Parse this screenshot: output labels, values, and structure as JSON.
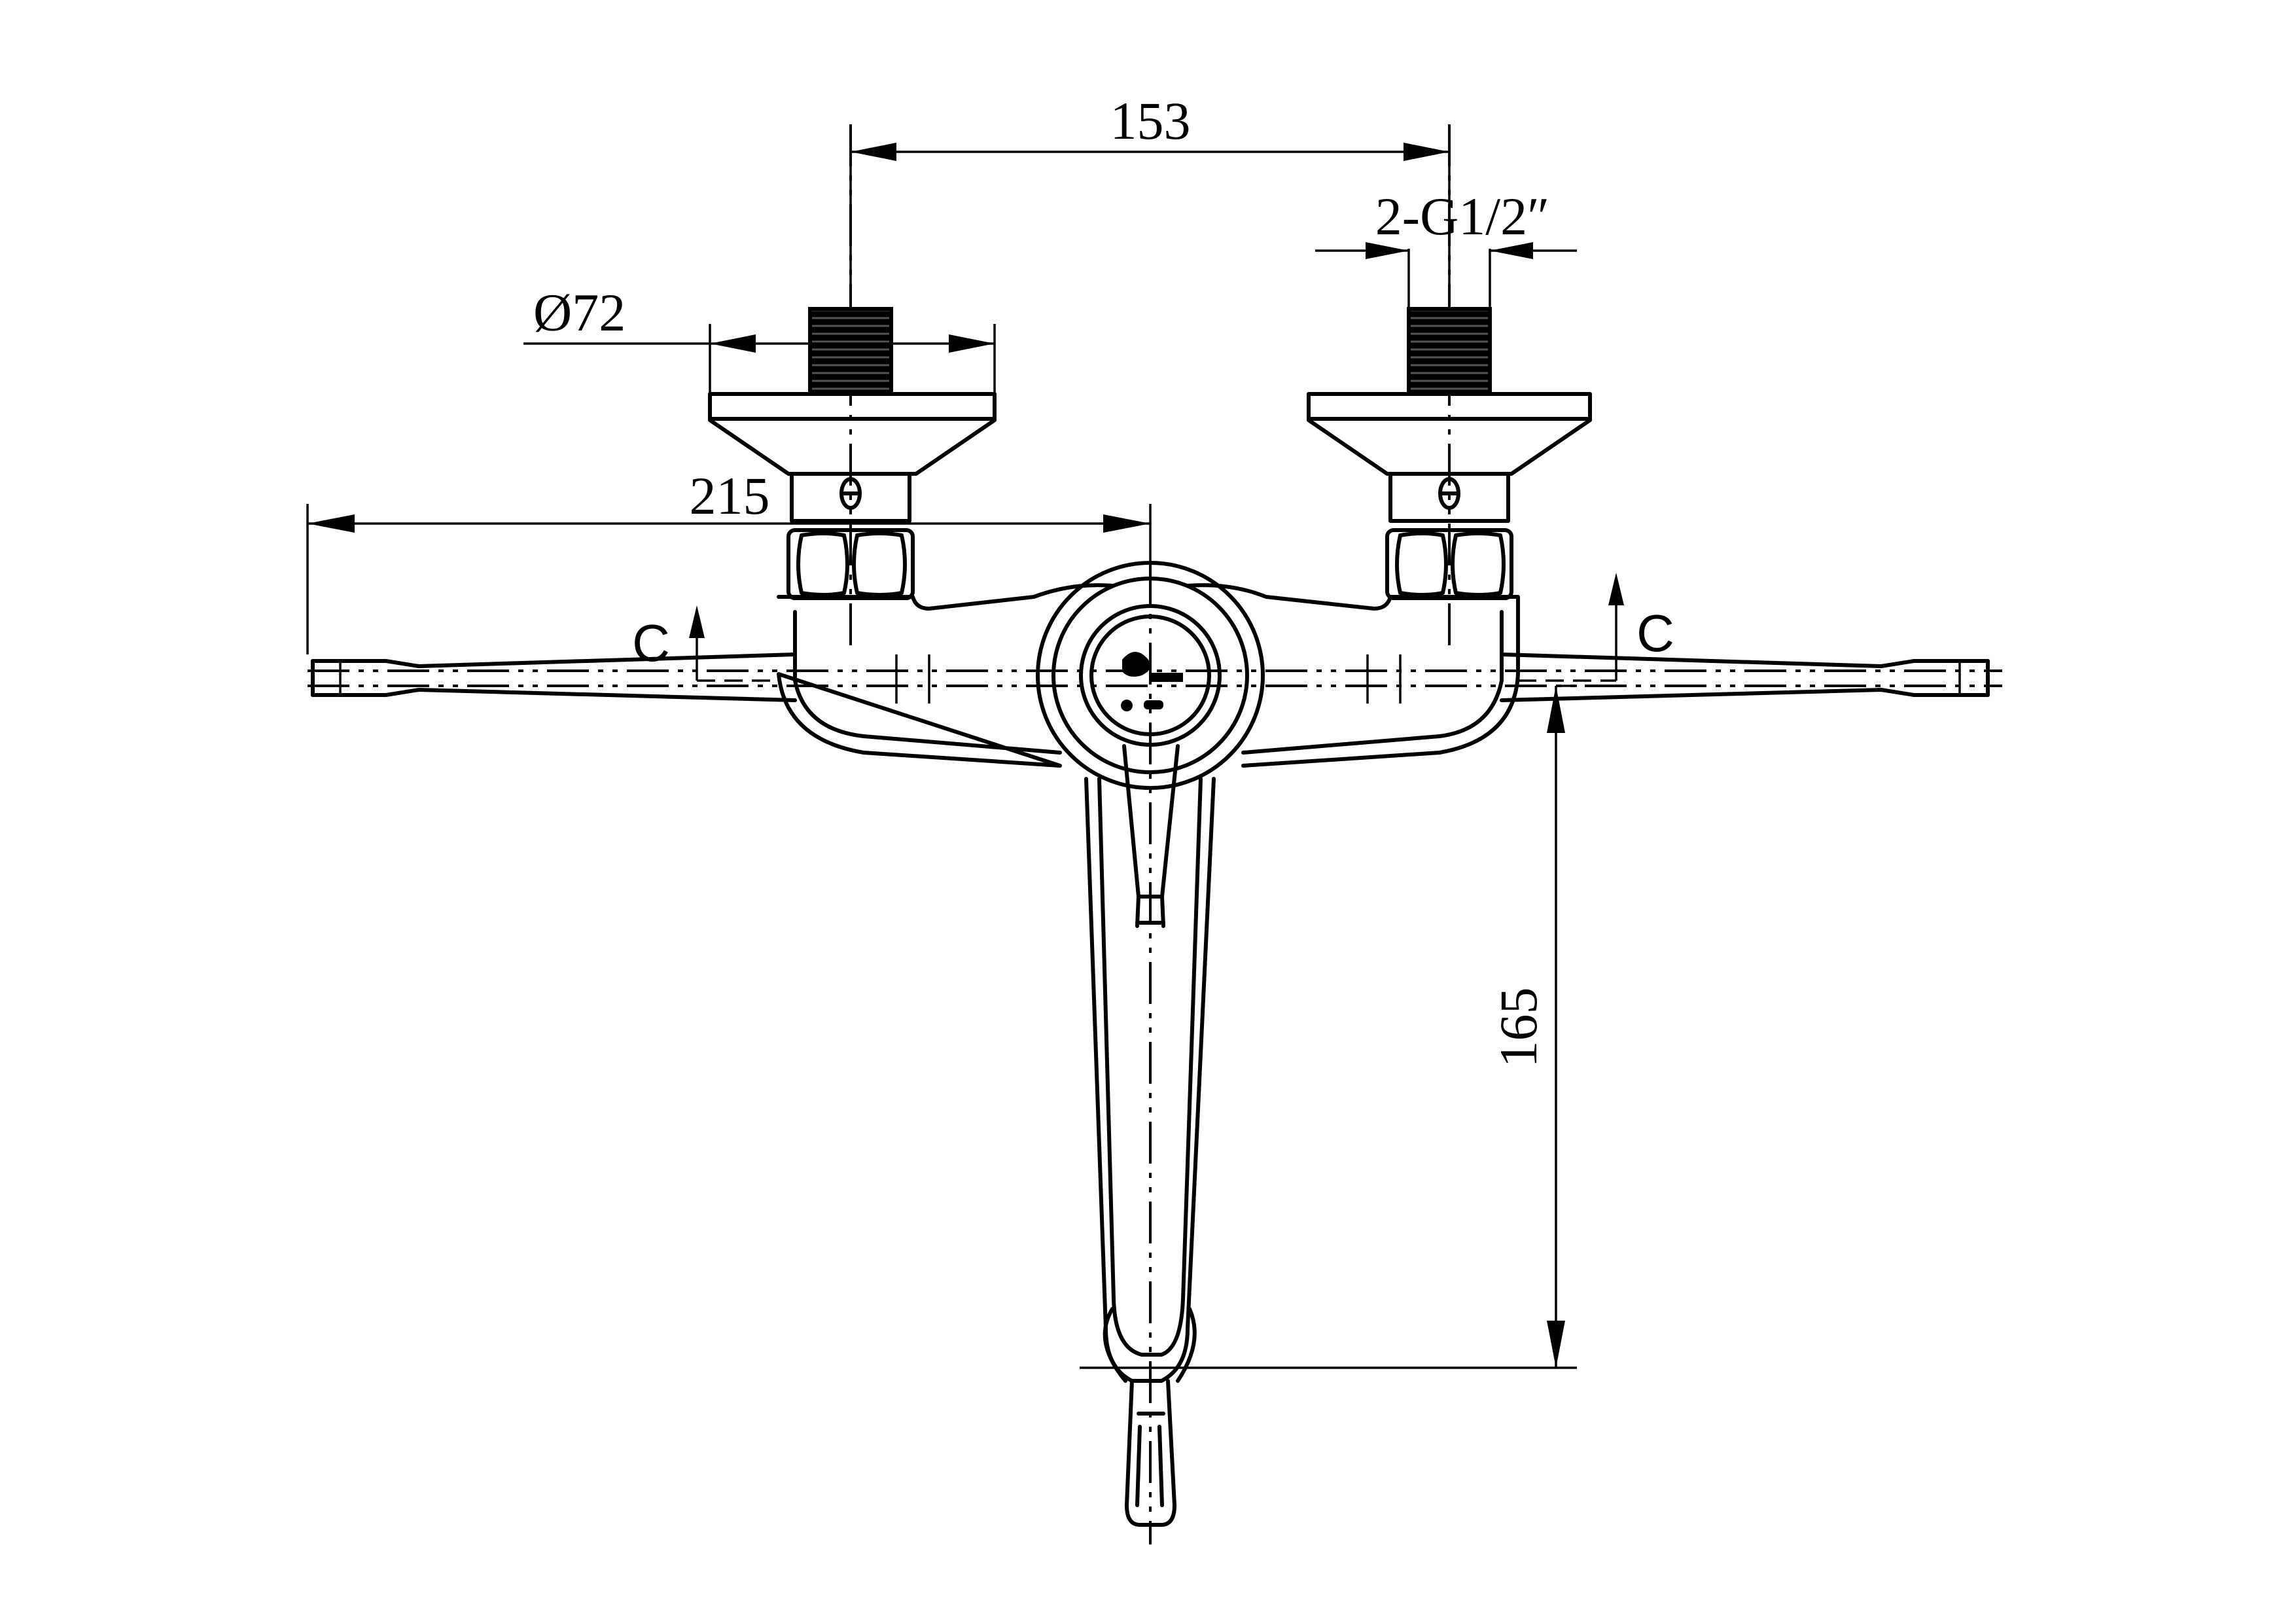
{
  "dimensions": {
    "inlet_spacing": "153",
    "inlet_thread": "2-G1/2″",
    "flange_diameter": "Ø72",
    "overall_width": "215",
    "spout_height": "165"
  },
  "section_marks": {
    "left": "C",
    "right": "C"
  },
  "colors": {
    "line": "#000000",
    "background": "#ffffff"
  }
}
